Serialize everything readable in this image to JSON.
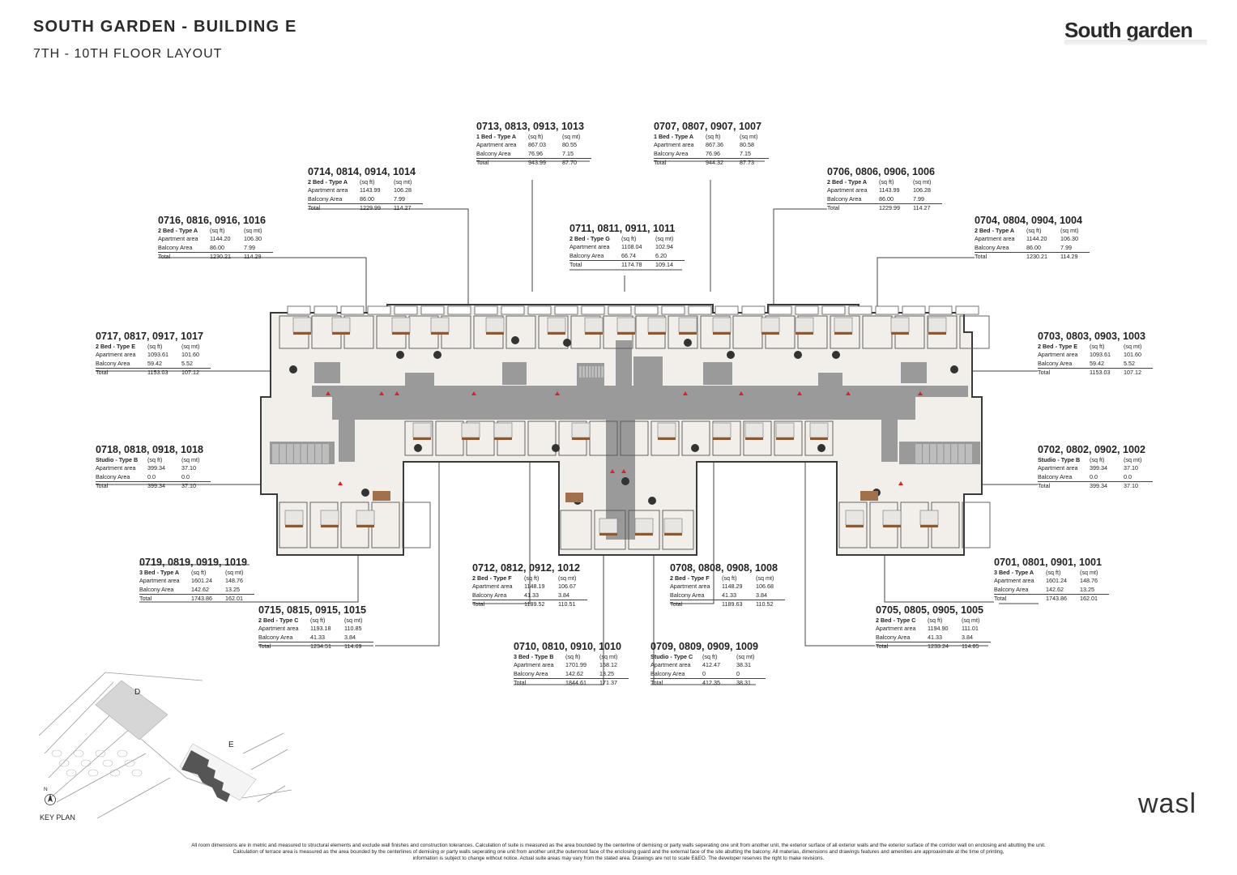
{
  "header": {
    "title": "SOUTH GARDEN - BUILDING E",
    "subtitle": "7TH - 10TH FLOOR LAYOUT",
    "brand": "South garden",
    "developer": "wasl"
  },
  "table_headers": {
    "sqft": "(sq ft)",
    "sqmt": "(sq mt)",
    "apartment": "Apartment area",
    "balcony": "Balcony Area",
    "total": "Total"
  },
  "units": [
    {
      "codes": "0713, 0813, 0913, 1013",
      "type": "1 Bed - Type A",
      "apt_sqft": "867.03",
      "apt_sqmt": "80.55",
      "bal_sqft": "76.96",
      "bal_sqmt": "7.15",
      "tot_sqft": "943.99",
      "tot_sqmt": "87.70"
    },
    {
      "codes": "0707, 0807, 0907, 1007",
      "type": "1 Bed - Type A",
      "apt_sqft": "867.36",
      "apt_sqmt": "80.58",
      "bal_sqft": "76.96",
      "bal_sqmt": "7.15",
      "tot_sqft": "944.32",
      "tot_sqmt": "87.73"
    },
    {
      "codes": "0714, 0814, 0914, 1014",
      "type": "2 Bed - Type A",
      "apt_sqft": "1143.99",
      "apt_sqmt": "106.28",
      "bal_sqft": "86.00",
      "bal_sqmt": "7.99",
      "tot_sqft": "1229.99",
      "tot_sqmt": "114.27"
    },
    {
      "codes": "0706, 0806, 0906, 1006",
      "type": "2 Bed - Type A",
      "apt_sqft": "1143.99",
      "apt_sqmt": "106.28",
      "bal_sqft": "86.00",
      "bal_sqmt": "7.99",
      "tot_sqft": "1229.99",
      "tot_sqmt": "114.27"
    },
    {
      "codes": "0716, 0816, 0916, 1016",
      "type": "2 Bed - Type A",
      "apt_sqft": "1144.20",
      "apt_sqmt": "106.30",
      "bal_sqft": "86.00",
      "bal_sqmt": "7.99",
      "tot_sqft": "1230.21",
      "tot_sqmt": "114.29"
    },
    {
      "codes": "0711, 0811, 0911, 1011",
      "type": "2 Bed - Type G",
      "apt_sqft": "1108.04",
      "apt_sqmt": "102.94",
      "bal_sqft": "66.74",
      "bal_sqmt": "6.20",
      "tot_sqft": "1174.78",
      "tot_sqmt": "109.14"
    },
    {
      "codes": "0704, 0804, 0904, 1004",
      "type": "2 Bed - Type A",
      "apt_sqft": "1144.20",
      "apt_sqmt": "106.30",
      "bal_sqft": "86.00",
      "bal_sqmt": "7.99",
      "tot_sqft": "1230.21",
      "tot_sqmt": "114.29"
    },
    {
      "codes": "0717, 0817, 0917, 1017",
      "type": "2 Bed - Type E",
      "apt_sqft": "1093.61",
      "apt_sqmt": "101.60",
      "bal_sqft": "59.42",
      "bal_sqmt": "5.52",
      "tot_sqft": "1153.03",
      "tot_sqmt": "107.12"
    },
    {
      "codes": "0703, 0803, 0903, 1003",
      "type": "2 Bed - Type E",
      "apt_sqft": "1093.61",
      "apt_sqmt": "101.60",
      "bal_sqft": "59.42",
      "bal_sqmt": "5.52",
      "tot_sqft": "1153.03",
      "tot_sqmt": "107.12"
    },
    {
      "codes": "0718, 0818, 0918, 1018",
      "type": "Studio - Type B",
      "apt_sqft": "399.34",
      "apt_sqmt": "37.10",
      "bal_sqft": "0.0",
      "bal_sqmt": "0.0",
      "tot_sqft": "399.34",
      "tot_sqmt": "37.10"
    },
    {
      "codes": "0702, 0802, 0902, 1002",
      "type": "Studio - Type B",
      "apt_sqft": "399.34",
      "apt_sqmt": "37.10",
      "bal_sqft": "0.0",
      "bal_sqmt": "0.0",
      "tot_sqft": "399.34",
      "tot_sqmt": "37.10"
    },
    {
      "codes": "0719, 0819, 0919, 1019",
      "type": "3 Bed - Type A",
      "apt_sqft": "1601.24",
      "apt_sqmt": "148.76",
      "bal_sqft": "142.62",
      "bal_sqmt": "13.25",
      "tot_sqft": "1743.86",
      "tot_sqmt": "162.01"
    },
    {
      "codes": "0712, 0812, 0912, 1012",
      "type": "2 Bed - Type F",
      "apt_sqft": "1148.19",
      "apt_sqmt": "106.67",
      "bal_sqft": "41.33",
      "bal_sqmt": "3.84",
      "tot_sqft": "1189.52",
      "tot_sqmt": "110.51"
    },
    {
      "codes": "0708, 0808, 0908, 1008",
      "type": "2 Bed - Type F",
      "apt_sqft": "1148.29",
      "apt_sqmt": "106.68",
      "bal_sqft": "41.33",
      "bal_sqmt": "3.84",
      "tot_sqft": "1189.63",
      "tot_sqmt": "110.52"
    },
    {
      "codes": "0701, 0801, 0901, 1001",
      "type": "3 Bed - Type A",
      "apt_sqft": "1601.24",
      "apt_sqmt": "148.76",
      "bal_sqft": "142.62",
      "bal_sqmt": "13.25",
      "tot_sqft": "1743.86",
      "tot_sqmt": "162.01"
    },
    {
      "codes": "0715, 0815, 0915, 1015",
      "type": "2 Bed - Type C",
      "apt_sqft": "1193.18",
      "apt_sqmt": "110.85",
      "bal_sqft": "41.33",
      "bal_sqmt": "3.84",
      "tot_sqft": "1234.51",
      "tot_sqmt": "114.69"
    },
    {
      "codes": "0705, 0805, 0905, 1005",
      "type": "2 Bed - Type C",
      "apt_sqft": "1194.90",
      "apt_sqmt": "111.01",
      "bal_sqft": "41.33",
      "bal_sqmt": "3.84",
      "tot_sqft": "1233.24",
      "tot_sqmt": "114.85"
    },
    {
      "codes": "0710, 0810, 0910, 1010",
      "type": "3 Bed - Type B",
      "apt_sqft": "1701.99",
      "apt_sqmt": "158.12",
      "bal_sqft": "142.62",
      "bal_sqmt": "13.25",
      "tot_sqft": "1844.61",
      "tot_sqmt": "171.37"
    },
    {
      "codes": "0709, 0809, 0909, 1009",
      "type": "Studio - Type C",
      "apt_sqft": "412.47",
      "apt_sqmt": "38.31",
      "bal_sqft": "0",
      "bal_sqmt": "0",
      "tot_sqft": "412.35",
      "tot_sqmt": "38.31"
    }
  ],
  "key_plan": {
    "label": "KEY PLAN",
    "building_d": "D",
    "building_e": "E",
    "north": "N"
  },
  "disclaimer": [
    "All room dimensions are in metric and measured to structural elements and exclude wall finishes and construction tolerances. Calculation of suite is measured as the area bounded by the centerline of demising or party walls seperating one unit from another unit, the exterior surface of all exterior walls and the exterior surface of the corridor wall on enclosing and abutting the unit.",
    "Calculation of terrace area is measured as the area bounded by the centerlines of demising or party walls seperating one unit from another unit,the outermost face of the enclosing guard and the external face of the site abutting the balcony. All materias, dimensions and drawings features and amenities are approaximate at the time of printing,",
    "information is subject to change without notice. Actual suite areas may vary from the stated area. Drawings are not to scale E&EO. The developer reserves the right to make revisions."
  ]
}
